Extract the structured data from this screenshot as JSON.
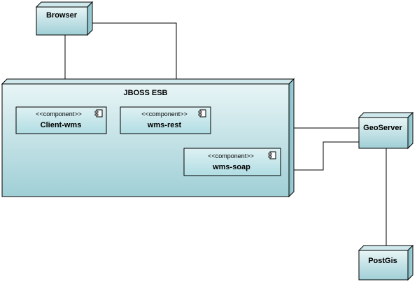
{
  "nodes": {
    "browser": "Browser",
    "jboss_esb": "JBOSS ESB",
    "geoserver": "GeoServer",
    "postgis": "PostGis"
  },
  "components": {
    "client_wms": {
      "stereotype": "<<component>>",
      "name": "Client-wms"
    },
    "wms_rest": {
      "stereotype": "<<component>>",
      "name": "wms-rest"
    },
    "wms_soap": {
      "stereotype": "<<component>>",
      "name": "wms-soap"
    }
  },
  "colors": {
    "node_fill_top": "#e8f5f6",
    "node_fill_bottom": "#9fcfd6",
    "component_fill_top": "#dff1f3",
    "component_fill_bottom": "#b0dde3",
    "line": "#000000"
  },
  "icons": {
    "component_symbol": "component-icon"
  }
}
